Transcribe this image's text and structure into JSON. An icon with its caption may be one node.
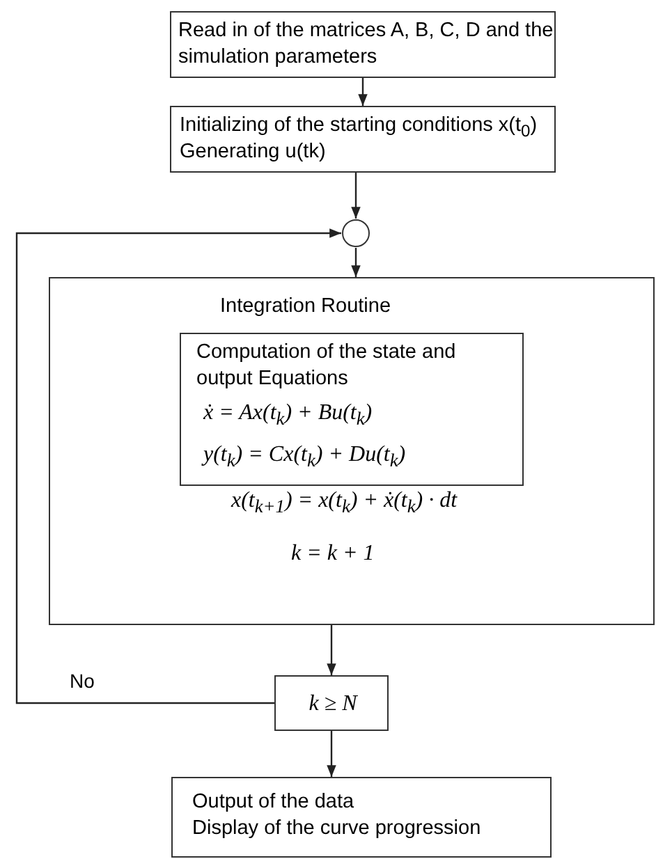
{
  "diagram": {
    "nodes": [
      {
        "text": [
          "Read in of the matrices A, B, C, D and the simulation parameters"
        ]
      },
      {
        "text": [
          "Initializing of the starting conditions x(t$_{0}$)",
          "Generating u(tk)"
        ]
      },
      {
        "text": [],
        "shape": "circle"
      },
      {
        "text": [
          "Integration Routine",
          "x(t$_{k+1}$) = x(t$_{k}$) + ẋ(t$_{k}$) · dt",
          "k = k + 1"
        ]
      },
      {
        "text": [
          "Computation of the state and output Equations",
          "ẋ = Ax(t$_{k}$) + Bu(t$_{k}$)",
          "y(t$_{k}$) = Cx(t$_{k}$) + Du(t$_{k}$)"
        ],
        "in": 3
      },
      {
        "text": [
          "k ≥ N"
        ]
      },
      {
        "text": [
          "Output of the data",
          "Display of the curve progression"
        ]
      }
    ],
    "edges": [
      {
        "from": 0,
        "to": 1,
        "arrow": "to"
      },
      {
        "from": 1,
        "to": 2,
        "arrow": "to"
      },
      {
        "from": 2,
        "to": 3,
        "arrow": "to"
      },
      {
        "from": 3,
        "to": 5,
        "arrow": "to"
      },
      {
        "from": 5,
        "to": 6,
        "arrow": "to"
      },
      {
        "from": 5,
        "to": 2,
        "label": "No",
        "arrow": "to"
      }
    ]
  }
}
